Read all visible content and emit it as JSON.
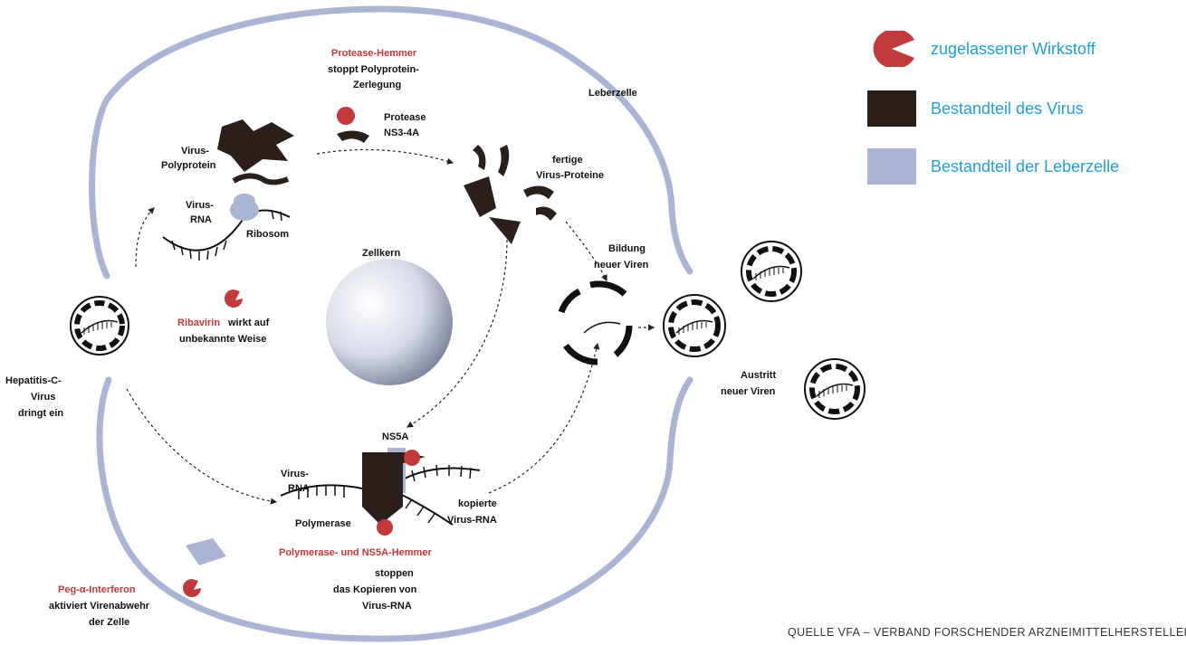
{
  "colors": {
    "drug_red": "#c0393b",
    "virus_dark": "#2a1f1a",
    "liver_blue": "#a9b5d3",
    "legend_text": "#1e9fd6"
  },
  "legend": [
    {
      "label": "zugelassener Wirkstoff",
      "icon": "drug-pacman-icon"
    },
    {
      "label": "Bestandteil des Virus",
      "icon": "virus-square-icon"
    },
    {
      "label": "Bestandteil der Leberzelle",
      "icon": "liver-square-icon"
    }
  ],
  "labels": {
    "leberzelle": "Leberzelle",
    "zellkern": "Zellkern",
    "protease_hemmer": "Protease-Hemmer",
    "protease_hemmer_desc1": "stoppt Polyprotein-",
    "protease_hemmer_desc2": "Zerlegung",
    "protease": "Protease",
    "protease_name": "NS3-4A",
    "virus_polyprotein1": "Virus-",
    "virus_polyprotein2": "Polyprotein",
    "virus_rna1": "Virus-",
    "virus_rna2": "RNA",
    "ribosom": "Ribosom",
    "fertige_proteine1": "fertige",
    "fertige_proteine2": "Virus-Proteine",
    "bildung1": "Bildung",
    "bildung2": "neuer Viren",
    "ribavirin_red": "Ribavirin",
    "ribavirin_rest": "wirkt auf",
    "ribavirin_desc": "unbekannte Weise",
    "hepatitis1": "Hepatitis-C-",
    "hepatitis2": "Virus",
    "hepatitis3": "dringt ein",
    "austritt1": "Austritt",
    "austritt2": "neuer Viren",
    "ns5a": "NS5A",
    "virus_rna_lower1": "Virus-",
    "virus_rna_lower2": "RNA",
    "polymerase": "Polymerase",
    "kopierte1": "kopierte",
    "kopierte2": "Virus-RNA",
    "polymerase_hemmer": "Polymerase- und NS5A-Hemmer",
    "polymerase_desc1": "stoppen",
    "polymerase_desc2": "das Kopieren von",
    "polymerase_desc3": "Virus-RNA",
    "peg_interferon": "Peg-α-Interferon",
    "peg_desc1": "aktiviert Virenabwehr",
    "peg_desc2": "der Zelle"
  },
  "source": "QUELLE VFA – VERBAND FORSCHENDER ARZNEIMITTELHERSTELLER"
}
